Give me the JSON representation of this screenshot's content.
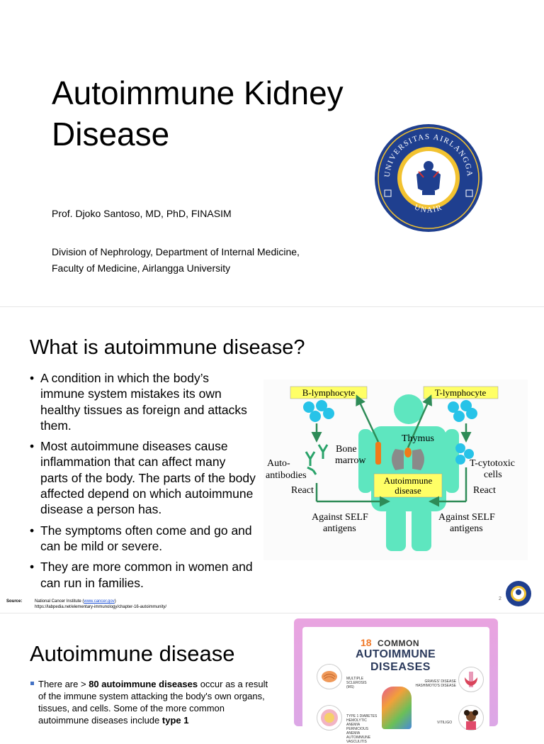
{
  "slide1": {
    "title_line1": "Autoimmune Kidney",
    "title_line2": "Disease",
    "author": "Prof. Djoko Santoso, MD, PhD, FINASIM",
    "affiliation_line1": "Division of Nephrology, Department of Internal Medicine,",
    "affiliation_line2": "Faculty of Medicine, Airlangga University",
    "logo_text_top": "UNIVERSITAS AIRLANGGA",
    "logo_text_bottom": "UNAIR"
  },
  "slide2": {
    "title": "What is autoimmune disease?",
    "bullets": [
      "A condition in which the body’s immune system mistakes its own healthy tissues as foreign and attacks them.",
      "Most autoimmune diseases cause inflammation that can affect many parts of the body. The parts of the body affected depend on which autoimmune disease a person has.",
      "The symptoms often come and go and can be mild or severe.",
      "They are more common in women and can run in families."
    ],
    "diagram": {
      "b_lymphocyte": "B-lymphocyte",
      "t_lymphocyte": "T-lymphocyte",
      "thymus": "Thymus",
      "bone": "Bone",
      "marrow": "marrow",
      "auto": "Auto-",
      "antibodies": "antibodies",
      "react_left": "React",
      "t_cytotoxic": "T-cytotoxic",
      "cells": "cells",
      "react_right": "React",
      "autoimmune": "Autoimmune",
      "disease": "disease",
      "against_left": "Against SELF",
      "antigens_left": "antigens",
      "against_right": "Against SELF",
      "antigens_right": "antigens"
    },
    "source_label": "Source:",
    "source_line1_prefix": "National Cancer Institute (",
    "source_link": "www.cancer.gov",
    "source_line1_suffix": ")",
    "source_line2": "https://labpedia.net/elementary-immunology/chapter-16-autoimmunity/",
    "page_number": "2",
    "colors": {
      "cells": "#27c3e8",
      "body": "#5ee6bf",
      "label_box": "#ffff66",
      "arrow": "#2e8b57"
    }
  },
  "slide3": {
    "title": "Autoimmune disease",
    "text_before": "There are > ",
    "text_bold1": "80 autoimmune diseases",
    "text_middle": " occur as a result of the immune system attacking the body's own organs, tissues, and cells. Some of the more common autoimmune diseases include ",
    "text_bold2": "type 1",
    "poster": {
      "number": "18",
      "common": "COMMON",
      "autoimmune": "AUTOIMMUNE",
      "diseases": "DISEASES",
      "ms": "MULTIPLE SCLEROSIS (MS)",
      "graves": "GRAVES' DISEASE HASHIMOTO'S DISEASE",
      "t1": "TYPE 1 DIABETES HEMOLYTIC ANEMIA PERNICIOUS ANEMIA AUTOIMMUNE VASCULITIS",
      "vitiligo": "VITILIGO"
    }
  }
}
